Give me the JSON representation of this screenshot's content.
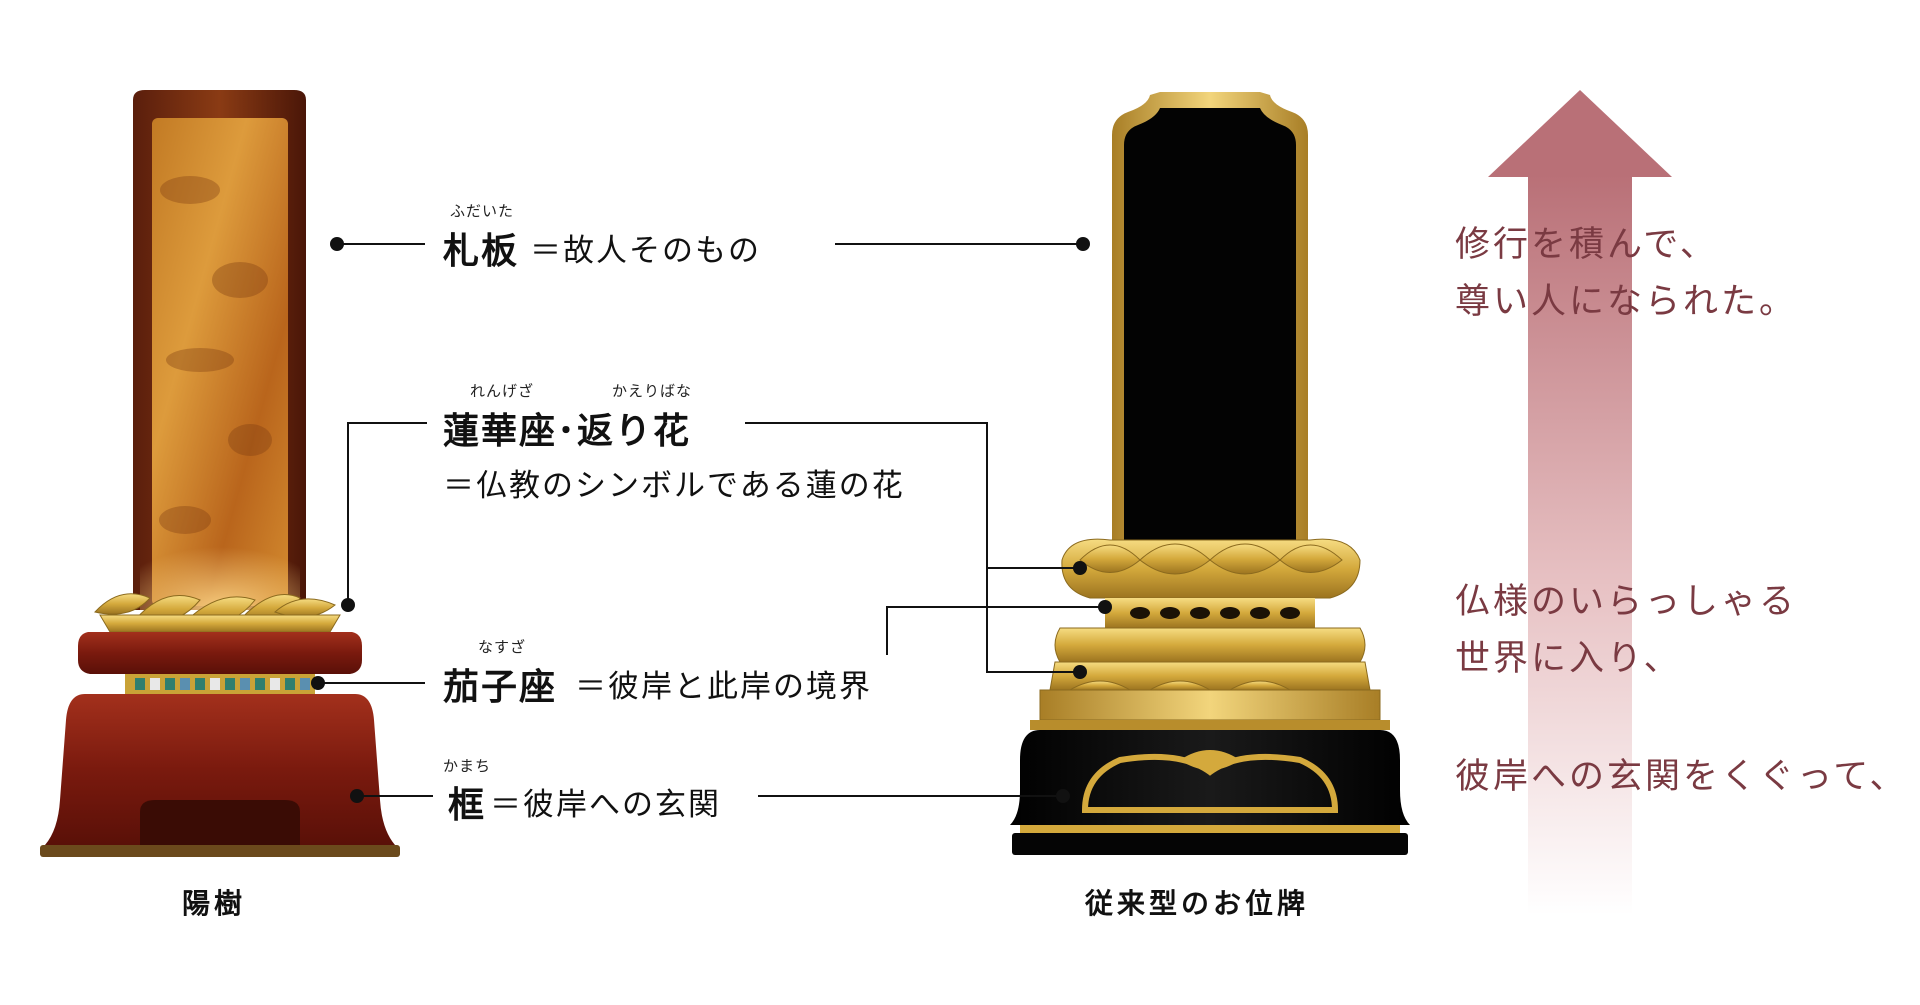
{
  "colors": {
    "arrow_top": "#b97077",
    "arrow_bottom": "#ffffff",
    "story_text": "#7a3a42",
    "gold": "#d4a93c",
    "lacquer_red": "#8a1f12",
    "black_lacquer": "#050505"
  },
  "labels": {
    "fudaita": {
      "ruby": "ふだいた",
      "term": "札板",
      "desc": "＝故人そのもの"
    },
    "renge": {
      "ruby1": "れんげざ",
      "ruby2": "かえりばな",
      "term": "蓮華座･返り花",
      "desc": "＝仏教のシンボルである蓮の花"
    },
    "nasuza": {
      "ruby": "なすざ",
      "term": "茄子座",
      "desc": "＝彼岸と此岸の境界"
    },
    "kamachi": {
      "ruby": "かまち",
      "term": "框",
      "desc": "＝彼岸への玄関"
    }
  },
  "captions": {
    "left": "陽樹",
    "right": "従来型のお位牌"
  },
  "story": {
    "line1": "修行を積んで、",
    "line2": "尊い人になられた。",
    "line3": "仏様のいらっしゃる",
    "line4": "世界に入り、",
    "line5": "彼岸への玄関をくぐって、"
  }
}
